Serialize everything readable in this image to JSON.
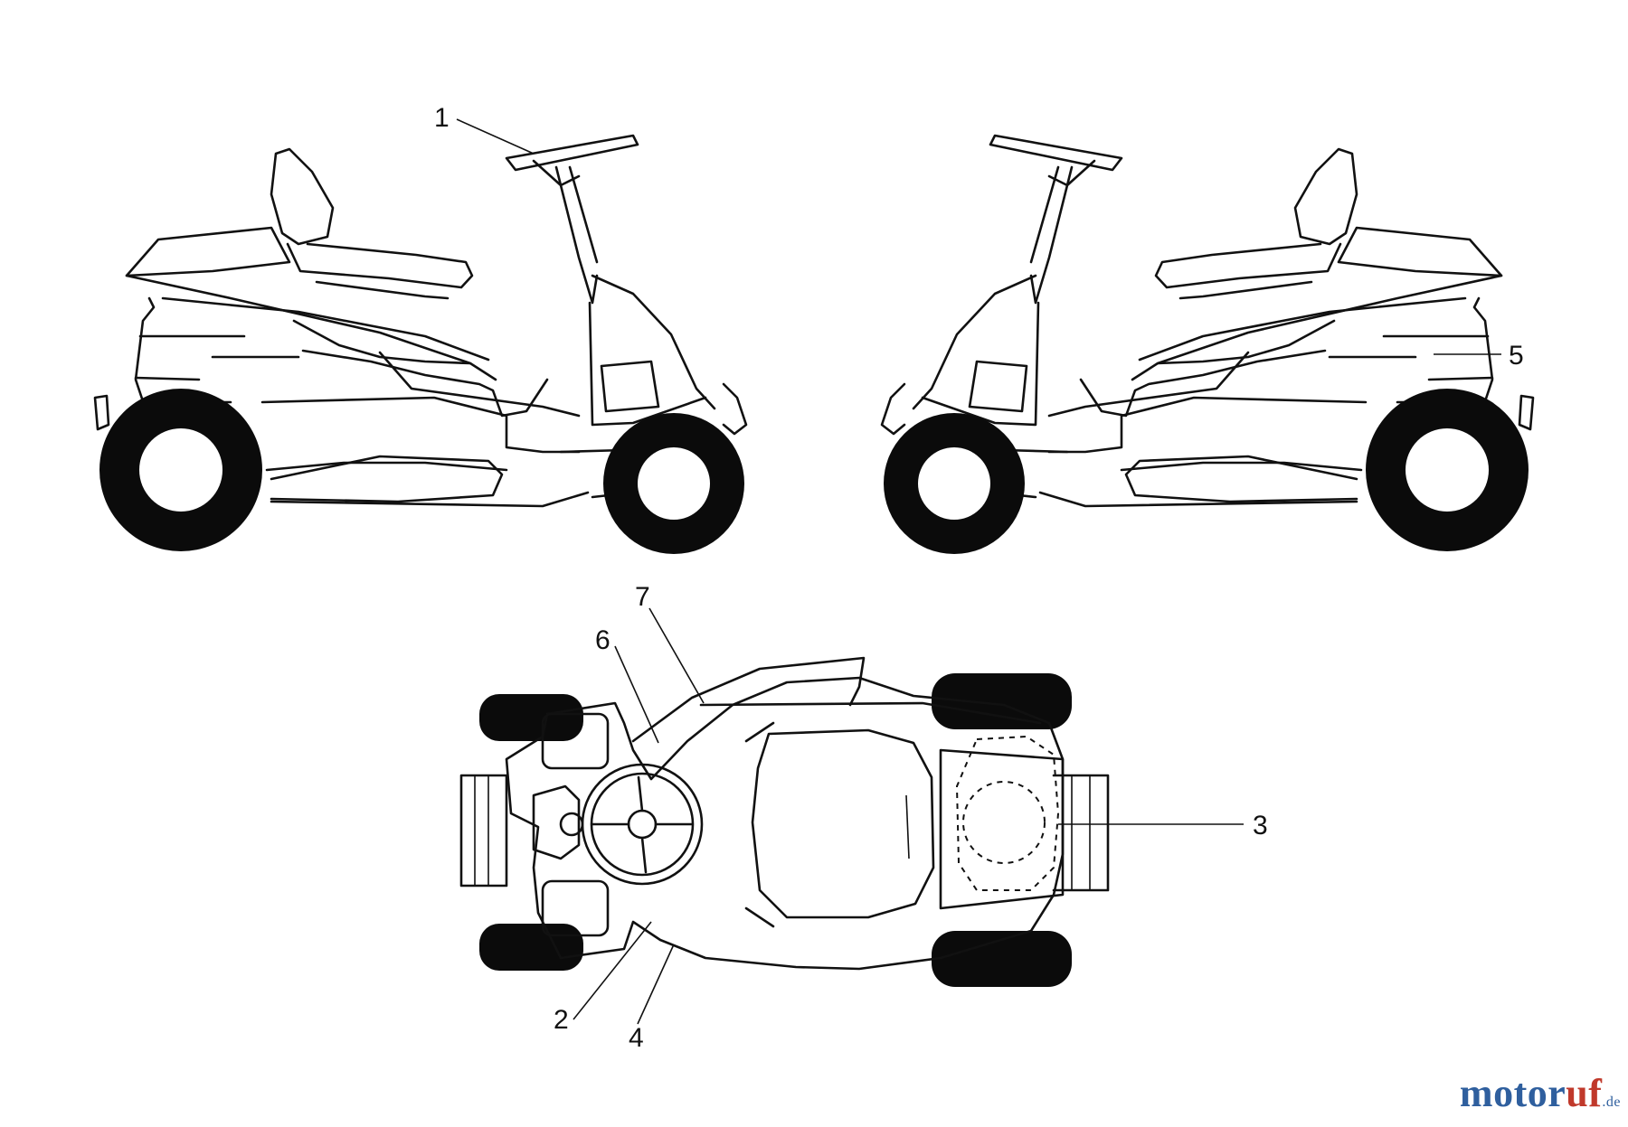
{
  "callouts": [
    "1",
    "2",
    "3",
    "4",
    "5",
    "6",
    "7"
  ],
  "watermark": {
    "part1": "motor",
    "part2": "uf",
    "tld": ".de"
  },
  "colors": {
    "line": "#111111",
    "tire": "#0b0b0b",
    "brand_blue": "#2f5f9e",
    "brand_red": "#c0392b"
  }
}
